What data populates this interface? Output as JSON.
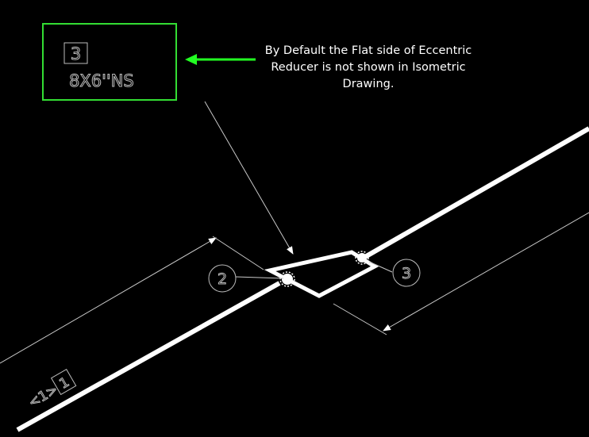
{
  "callout_box": {
    "tag": "3",
    "size_label": "8X6''NS"
  },
  "note": {
    "lines": [
      "By Default the Flat side of Eccentric",
      "Reducer is not shown in Isometric",
      "Drawing."
    ]
  },
  "bubbles": {
    "left": "2",
    "right": "3"
  },
  "pipe_label": {
    "prefix": "<1>",
    "tag": "1"
  },
  "colors": {
    "background": "#000000",
    "pipe": "#ffffff",
    "linework": "#c8c8c8",
    "highlight": "#33dd33",
    "arrow": "#22ff22"
  }
}
